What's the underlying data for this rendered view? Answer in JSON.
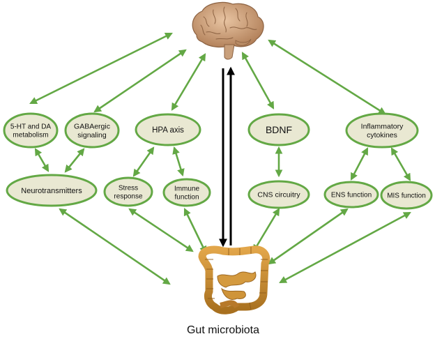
{
  "caption": "Gut microbiota",
  "colors": {
    "arrow": "#63a845",
    "node_fill": "#e9e8d2",
    "node_border": "#63a845",
    "black_arrow": "#000000",
    "brain": "#c89a72",
    "gut": "#c9892c"
  },
  "icons": {
    "brain": "brain-icon",
    "gut": "intestine-icon"
  },
  "nodes": {
    "ht_da": {
      "lines": [
        "5-HT and DA",
        "metabolism"
      ]
    },
    "gaba": {
      "lines": [
        "GABAergic",
        "signaling"
      ]
    },
    "hpa": {
      "lines": [
        "HPA axis"
      ]
    },
    "bdnf": {
      "lines": [
        "BDNF"
      ]
    },
    "inflam": {
      "lines": [
        "Inflammatory",
        "cytokines"
      ]
    },
    "neuro": {
      "lines": [
        "Neurotransmitters"
      ]
    },
    "stress": {
      "lines": [
        "Stress",
        "response"
      ]
    },
    "immune": {
      "lines": [
        "Immune",
        "function"
      ]
    },
    "cns": {
      "lines": [
        "CNS circuitry"
      ]
    },
    "ens": {
      "lines": [
        "ENS function"
      ]
    },
    "mis": {
      "lines": [
        "MIS function"
      ]
    }
  }
}
